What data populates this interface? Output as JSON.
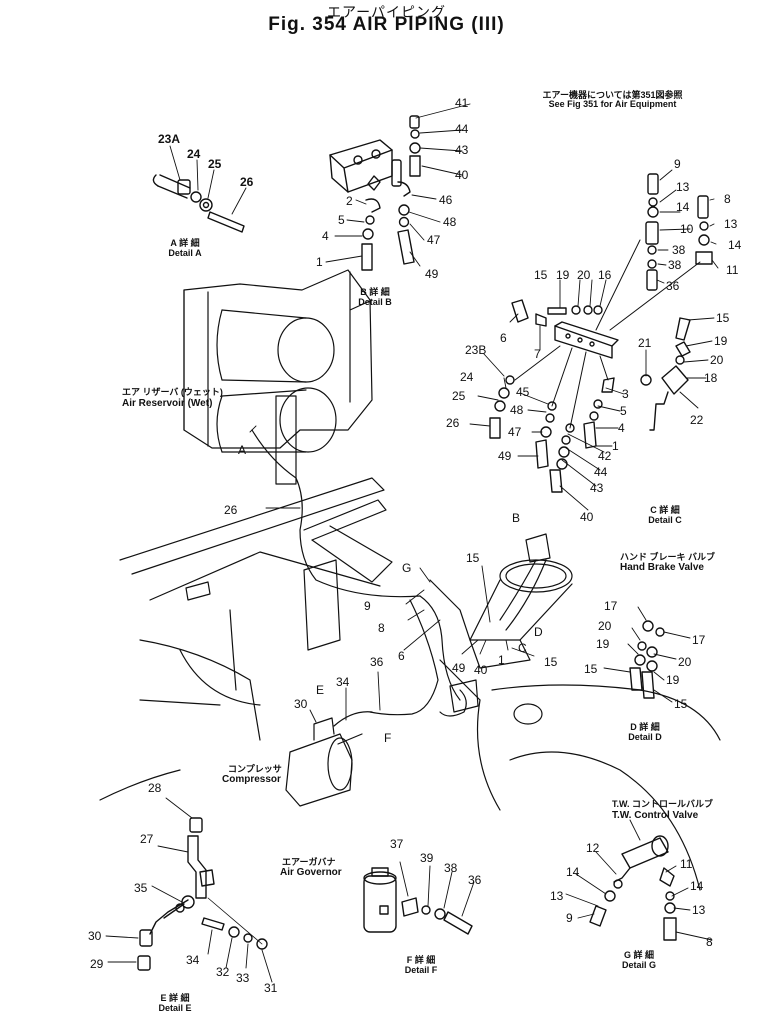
{
  "title": {
    "japanese": "エアーパイピング",
    "english": "Fig. 354  AIR PIPING (III)"
  },
  "note": {
    "japanese": "エアー機器については第351図参照",
    "english": "See Fig 351 for Air Equipment"
  },
  "components": {
    "air_reservoir": {
      "japanese": "エア リザーバ (ウェット)",
      "english": "Air Reservoir (Wet)"
    },
    "hand_brake_valve": {
      "japanese": "ハンド ブレーキ バルブ",
      "english": "Hand Brake Valve"
    },
    "compressor": {
      "japanese": "コンプレッサ",
      "english": "Compressor"
    },
    "air_governor": {
      "japanese": "エアーガバナ",
      "english": "Air Governor"
    },
    "tw_control_valve": {
      "japanese": "T.W. コントロールバルブ",
      "english": "T.W. Control Valve"
    }
  },
  "details": {
    "a": {
      "japanese": "A 詳 細",
      "english": "Detail  A"
    },
    "b": {
      "japanese": "B 詳 細",
      "english": "Detail  B"
    },
    "c": {
      "japanese": "C 詳 細",
      "english": "Detail  C"
    },
    "d": {
      "japanese": "D 詳 細",
      "english": "Detail  D"
    },
    "e": {
      "japanese": "E 詳 細",
      "english": "Detail  E"
    },
    "f": {
      "japanese": "F 詳 細",
      "english": "Detail  F"
    },
    "g": {
      "japanese": "G 詳 細",
      "english": "Detail  G"
    }
  },
  "callouts": {
    "detail_a": [
      "23A",
      "24",
      "25",
      "26"
    ],
    "detail_b": [
      "41",
      "44",
      "43",
      "40",
      "46",
      "48",
      "47",
      "49",
      "2",
      "5",
      "4",
      "1"
    ],
    "detail_c_upper": [
      "9",
      "13",
      "14",
      "10",
      "38",
      "38",
      "36",
      "8",
      "13",
      "14",
      "11"
    ],
    "detail_c": [
      "15",
      "19",
      "20",
      "16",
      "6",
      "7",
      "23B",
      "24",
      "25",
      "26",
      "45",
      "48",
      "47",
      "49",
      "3",
      "5",
      "4",
      "1",
      "42",
      "44",
      "43",
      "40",
      "21",
      "15",
      "19",
      "20",
      "18",
      "22"
    ],
    "main": [
      "A",
      "26",
      "B",
      "15",
      "G",
      "9",
      "8",
      "6",
      "49",
      "40",
      "1",
      "D",
      "C",
      "15",
      "36",
      "34",
      "30",
      "E",
      "F"
    ],
    "detail_d": [
      "17",
      "20",
      "17",
      "19",
      "20",
      "15",
      "19",
      "15"
    ],
    "detail_e": [
      "28",
      "27",
      "35",
      "30",
      "29",
      "34",
      "32",
      "33",
      "31"
    ],
    "detail_f": [
      "37",
      "39",
      "38",
      "36"
    ],
    "detail_g": [
      "12",
      "11",
      "14",
      "14",
      "13",
      "13",
      "9",
      "8"
    ]
  }
}
